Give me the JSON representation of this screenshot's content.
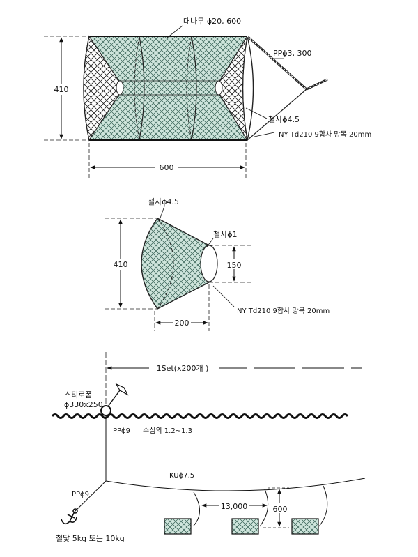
{
  "colors": {
    "net_fill": "#cfe5dc",
    "net_line": "#2f5a4e",
    "line": "#222222",
    "float_fill": "#ffffff"
  },
  "trap": {
    "label_bamboo": "대나무 ϕ20, 600",
    "label_pp_rope": "PPϕ3, 300",
    "label_steel": "철사ϕ4.5",
    "label_net": "NY Td210 9합사 망목 20mm",
    "dim_height": "410",
    "dim_length": "600"
  },
  "funnel": {
    "label_steel_outer": "철사ϕ4.5",
    "label_steel_inner": "철사ϕ1",
    "label_net": "NY Td210 9합사 망목 20mm",
    "dim_outer": "410",
    "dim_inner": "150",
    "dim_depth": "200"
  },
  "rig": {
    "set_label": "1Set(x200개 )",
    "float_label_1": "스티로폼",
    "float_label_2": "ϕ330x250",
    "pp9_top": "PPϕ9",
    "depth_label": "수심의 1.2~1.3",
    "ku_label": "KUϕ7.5",
    "pp9_bottom": "PPϕ9",
    "spacing": "13,000",
    "drop": "600",
    "anchor_label": "철닻 5kg  또는 10kg"
  }
}
